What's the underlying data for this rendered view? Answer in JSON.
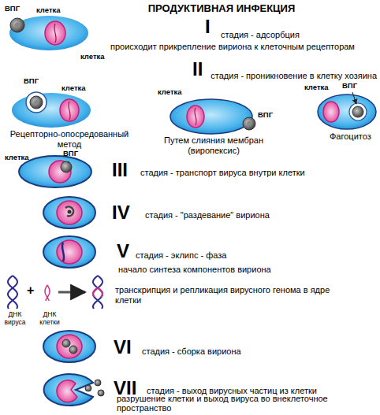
{
  "diagram": {
    "title": "ПРОДУКТИВНАЯ ИНФЕКЦИЯ",
    "labels": [
      "ВПГ",
      "клетка",
      "I",
      "стадия - адсорбция",
      "происходит прикрепление вириона к клеточным рецепторам",
      "клетка",
      "II",
      "стадия - проникновение в клетку хозяина",
      "ВПГ",
      "клетка",
      "клетка",
      "ВПГ",
      "клетка",
      "ВПГ",
      "Рецепторно-опосредованный метод",
      "Путем слияния мембран (виропексис)",
      "Фагоцитоз",
      "клетка",
      "ВПГ",
      "III",
      "стадия - транспорт вируса внутри клетки",
      "IV",
      "стадия - \"раздевание\" вириона",
      "V",
      "стадия - эклипс - фаза",
      "начало синтеза компонентов вириона",
      "+",
      "ДНК вируса",
      "ДНК клетки",
      "транскрипция и репликация вирусного генома в ядре клетки",
      "VI",
      "стадия - сборка вириона",
      "VII",
      "стадия - выход вирусных частиц из клетки",
      "разрушение клетки и выход вируса во внеклеточное пространство"
    ]
  }
}
